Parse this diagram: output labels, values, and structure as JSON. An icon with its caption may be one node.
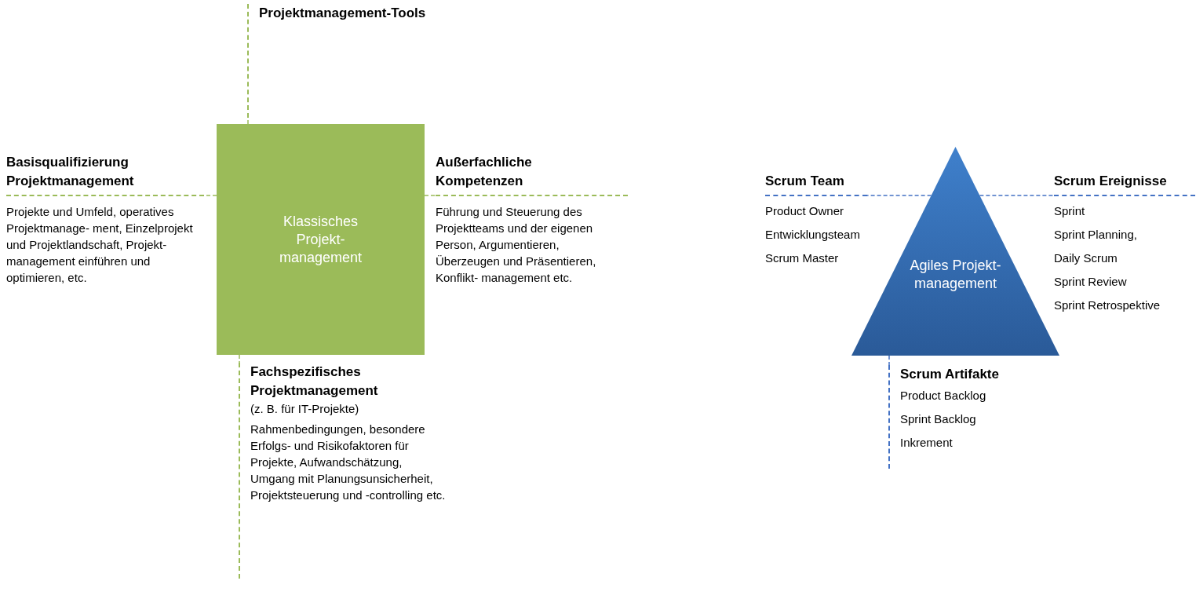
{
  "diagram": {
    "nodes": [
      {
        "text": [
          "Klassisches Projekt- management"
        ]
      },
      {
        "text": [
          "Projektmanagement-Tools"
        ]
      },
      {
        "text": [
          "Basisqualifizierung Projektmanagement",
          "Projekte und Umfeld, operatives Projektmanage- ment, Einzelprojekt und Projektlandschaft, Projekt- management einführen und optimieren, etc."
        ]
      },
      {
        "text": [
          "Außerfachliche Kompetenzen",
          "Führung und Steuerung des Projektteams und der eigenen Person, Argumentieren, Überzeugen und Präsentieren, Konflikt- management etc."
        ]
      },
      {
        "text": [
          "Fachspezifisches Projektmanagement",
          "(z. B. für IT-Projekte)",
          "Rahmenbedingungen, besondere Erfolgs- und Risikofaktoren für Projekte, Aufwandschätzung, Umgang mit Planungsunsicherheit, Projektsteuerung und -controlling etc."
        ]
      },
      {
        "text": [
          "Agiles Projekt- management"
        ]
      },
      {
        "text": [
          "Scrum Team",
          "Product Owner",
          "Entwicklungsteam",
          "Scrum Master"
        ]
      },
      {
        "text": [
          "Scrum Ereignisse",
          "Sprint",
          "Sprint Planning,",
          "Daily Scrum",
          "Sprint Review",
          "Sprint Retrospektive"
        ]
      },
      {
        "text": [
          "Scrum Artifakte",
          "Product Backlog",
          "Sprint Backlog",
          "Inkrement"
        ]
      }
    ],
    "edges": [
      {
        "from": 0,
        "to": 1,
        "arrow": "none",
        "style": "dashed"
      },
      {
        "from": 0,
        "to": 2,
        "arrow": "none",
        "style": "dashed"
      },
      {
        "from": 0,
        "to": 3,
        "arrow": "none",
        "style": "dashed"
      },
      {
        "from": 0,
        "to": 4,
        "arrow": "none",
        "style": "dashed"
      },
      {
        "from": 5,
        "to": 6,
        "arrow": "none",
        "style": "dashed",
        "color": "#4472c4"
      },
      {
        "from": 5,
        "to": 7,
        "arrow": "none",
        "style": "dashed",
        "color": "#4472c4"
      },
      {
        "from": 5,
        "to": 8,
        "arrow": "none",
        "style": "dashed",
        "color": "#4472c4"
      }
    ]
  }
}
